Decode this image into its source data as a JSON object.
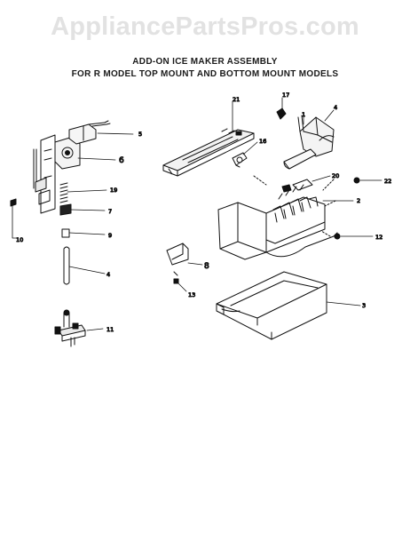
{
  "watermark": "AppliancePartsPros.com",
  "title_line_1": "ADD-ON ICE MAKER ASSEMBLY",
  "title_line_2": "FOR R MODEL TOP MOUNT AND BOTTOM MOUNT MODELS",
  "callouts": {
    "c5": "5",
    "c6": "6",
    "c19": "19",
    "c7": "7",
    "c9": "9",
    "c4a": "4",
    "c10": "10",
    "c11": "11",
    "c21": "21",
    "c17": "17",
    "c1": "1",
    "c4b": "4",
    "c16": "16",
    "c20": "20",
    "c22": "22",
    "c2": "2",
    "c12": "12",
    "c8": "8",
    "c13": "13",
    "c3": "3"
  }
}
